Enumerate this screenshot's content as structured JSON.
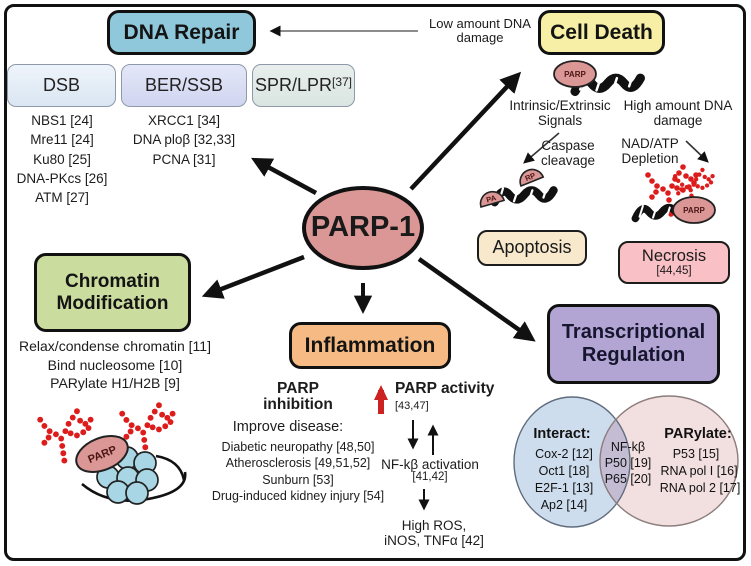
{
  "diagram": {
    "parp1": {
      "label": "PARP-1"
    },
    "dna_repair": {
      "title": "DNA Repair",
      "trigger_note": "Low amount DNA damage",
      "columns": [
        {
          "header": "DSB",
          "items": [
            "NBS1 [24]",
            "Mre11 [24]",
            "Ku80 [25]",
            "DNA-PKcs [26]",
            "ATM [27]"
          ]
        },
        {
          "header": "BER/SSB",
          "items": [
            "XRCC1 [34]",
            "DNA ploβ [32,33]",
            "PCNA [31]"
          ]
        },
        {
          "header": "SPR/LPR",
          "header_ref": "[37]",
          "items": []
        }
      ]
    },
    "cell_death": {
      "title": "Cell Death",
      "parp_label": "PARP",
      "apoptosis_path": {
        "signal": "Intrinsic/Extrinsic Signals",
        "step": "Caspase cleavage",
        "fragment_left": "PA",
        "fragment_right": "RP",
        "outcome": "Apoptosis"
      },
      "necrosis_path": {
        "signal": "High amount DNA damage",
        "step": "NAD/ATP Depletion",
        "parp_label": "PARP",
        "outcome": "Necrosis",
        "outcome_ref": "[44,45]"
      }
    },
    "chromatin": {
      "title": "Chromatin Modification",
      "items": [
        "Relax/condense chromatin [11]",
        "Bind nucleosome [10]",
        "PARylate H1/H2B [9]"
      ],
      "parp_label": "PARP"
    },
    "inflammation": {
      "title": "Inflammation",
      "inhibition": {
        "heading": "PARP inhibition",
        "subheading": "Improve disease:",
        "items": [
          "Diabetic neuropathy [48,50]",
          "Atherosclerosis [49,51,52]",
          "Sunburn [53]",
          "Drug-induced kidney injury [54]"
        ]
      },
      "activity": {
        "heading": "PARP activity",
        "heading_ref": "[43,47]",
        "nfkb": "NF-kβ activation",
        "nfkb_ref": "[41,42]",
        "downstream": "High ROS, iNOS, TNFα [42]"
      }
    },
    "transcription": {
      "title": "Transcriptional Regulation",
      "venn": {
        "interact": {
          "heading": "Interact:",
          "items": [
            "Cox-2 [12]",
            "Oct1 [18]",
            "E2F-1 [13]",
            "Ap2 [14]"
          ]
        },
        "shared": {
          "items": [
            "NF-kβ",
            "P50 [19]",
            "P65 [20]"
          ]
        },
        "parylate": {
          "heading": "PARylate:",
          "items": [
            "P53 [15]",
            "RNA pol I [16]",
            "RNA pol 2 [17]"
          ]
        }
      }
    },
    "colors": {
      "dna_repair_box": "#8fc8da",
      "cell_death_box": "#f6efa5",
      "dsb_box": "#dfeaf5",
      "ber_ssb_box": "#d4d9f2",
      "spr_lpr_box": "#dee8e4",
      "chromatin_box": "#cbdc9f",
      "inflammation_box": "#f6bb84",
      "transcription_box": "#b2a4d3",
      "apoptosis_box": "#f8e8cc",
      "necrosis_box": "#f9c0c6",
      "parp_fill": "#db9795",
      "par_polymer_red": "#dd1c1c",
      "histone_blue": "#a9d6e5",
      "venn_left": "#cedded",
      "venn_right": "#f2dfdf",
      "venn_overlap": "#c4bcd3",
      "activity_arrow_red": "#cc2222"
    }
  }
}
